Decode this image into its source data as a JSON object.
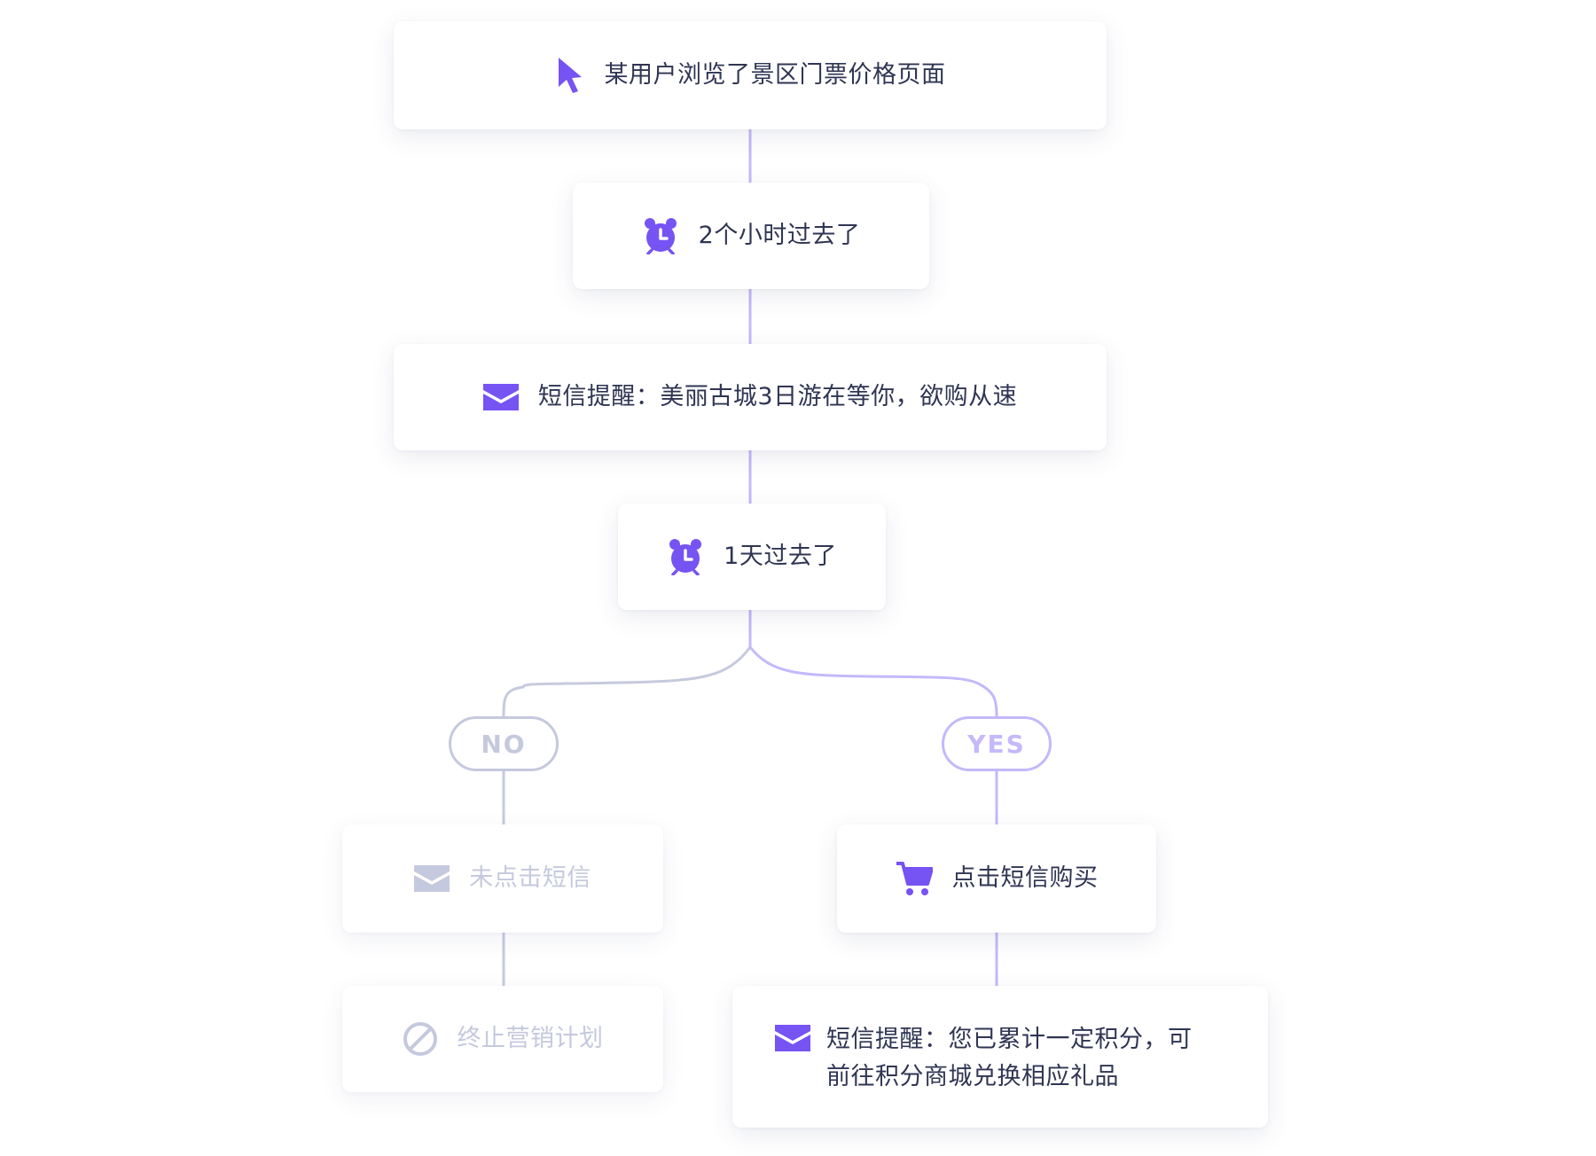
{
  "colors": {
    "accent": "#7653f3",
    "muted": "#c5c9de",
    "connector_active": "#c5b8fb",
    "connector_inactive": "#c6cadd",
    "text": "#2f3553",
    "text_muted": "#c4c9dd"
  },
  "steps": {
    "browse": {
      "icon": "cursor-arrow-icon",
      "label": "某用户浏览了景区门票价格页面"
    },
    "wait_2h": {
      "icon": "alarm-clock-icon",
      "label": "2个小时过去了"
    },
    "sms_reminder": {
      "icon": "envelope-icon",
      "label": "短信提醒：美丽古城3日游在等你，欲购从速"
    },
    "wait_1d": {
      "icon": "alarm-clock-icon",
      "label": "1天过去了"
    }
  },
  "branches": {
    "no": {
      "label": "NO",
      "condition": {
        "icon": "envelope-icon",
        "label": "未点击短信"
      },
      "outcome": {
        "icon": "prohibited-icon",
        "label": "终止营销计划"
      }
    },
    "yes": {
      "label": "YES",
      "condition": {
        "icon": "shopping-cart-icon",
        "label": "点击短信购买"
      },
      "outcome": {
        "icon": "envelope-icon",
        "line1": "短信提醒：您已累计一定积分，可",
        "line2": "前往积分商城兑换相应礼品"
      }
    }
  }
}
